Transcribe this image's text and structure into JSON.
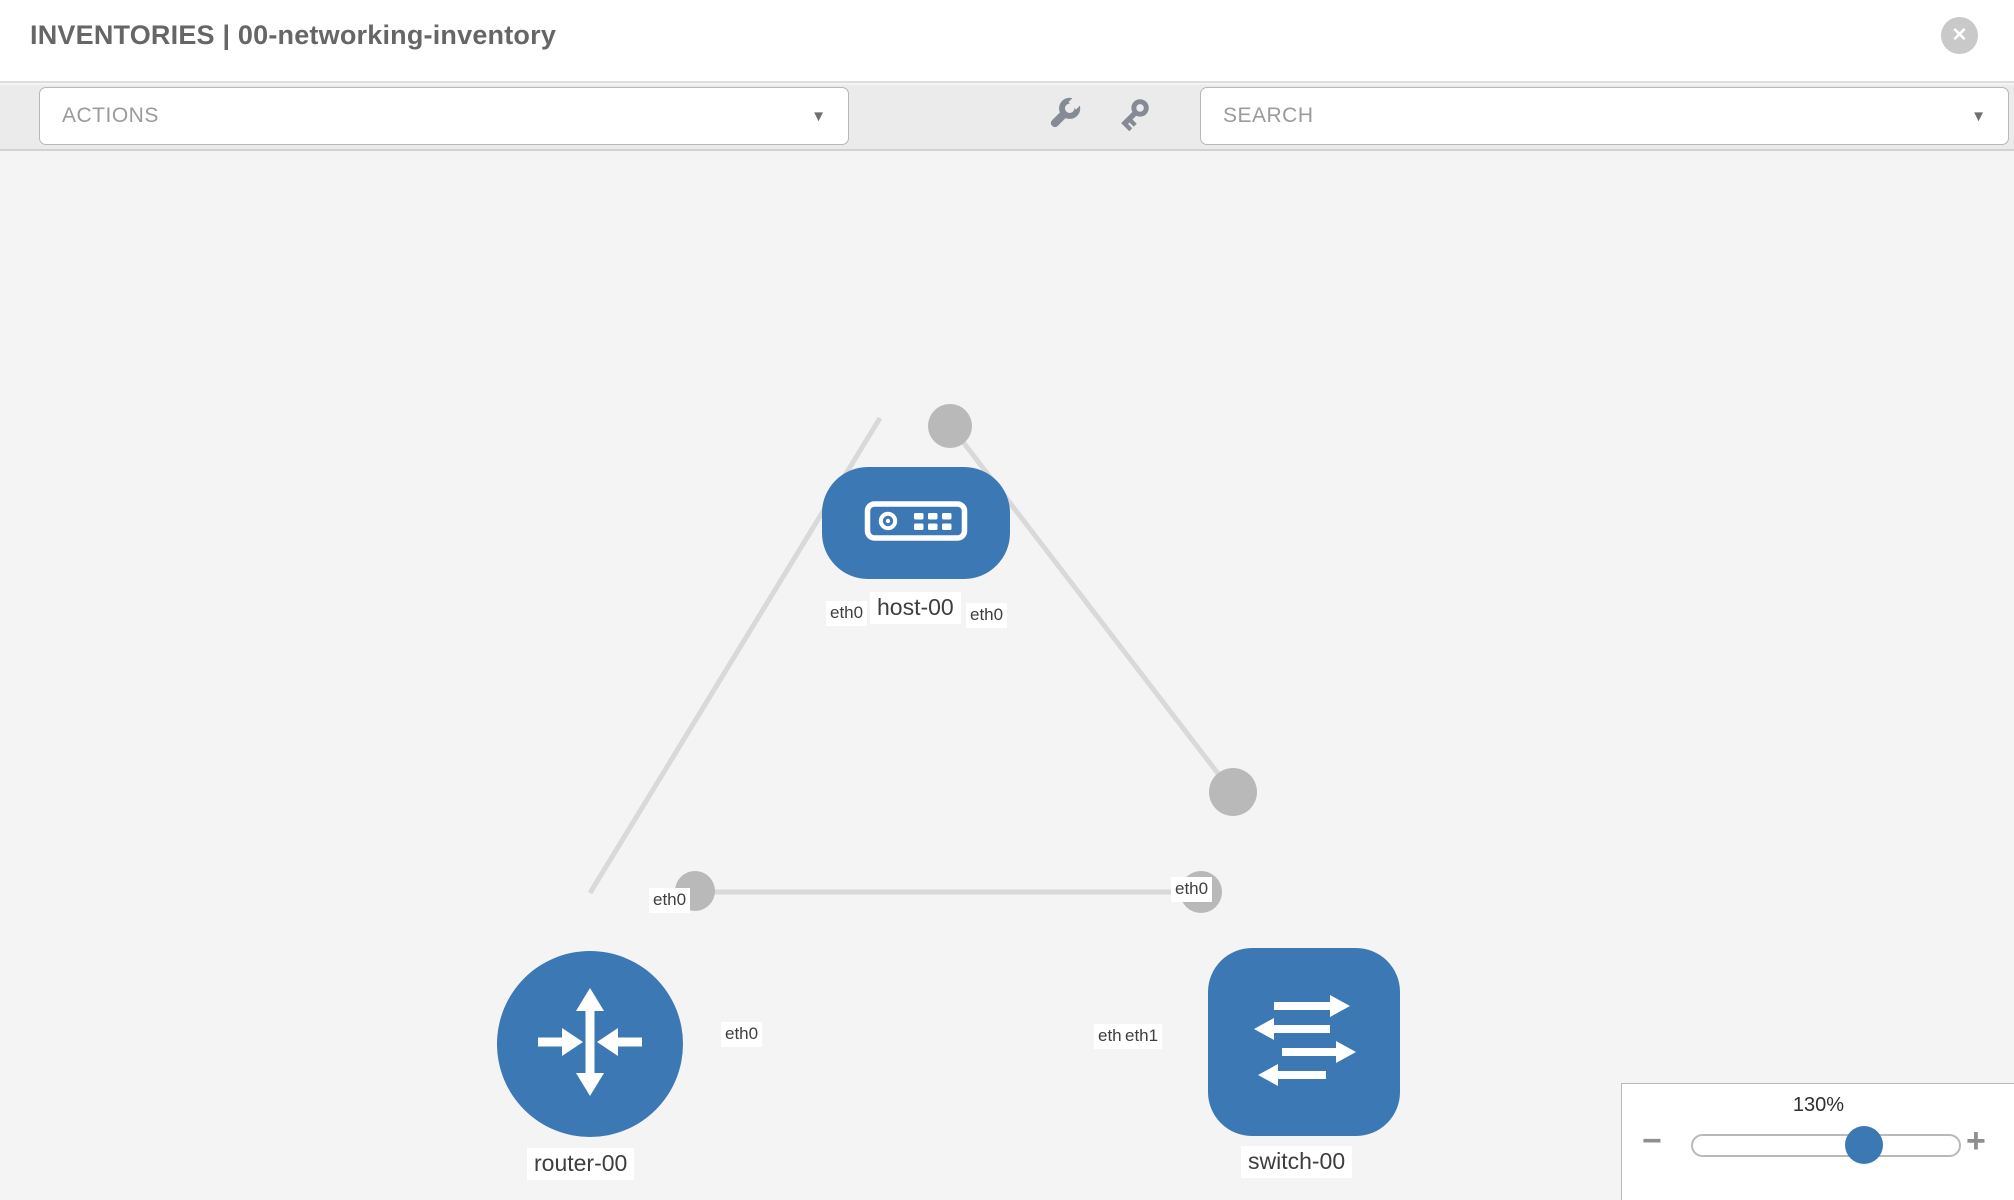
{
  "header": {
    "title": "INVENTORIES | 00-networking-inventory"
  },
  "toolbar": {
    "actions_placeholder": "ACTIONS",
    "search_placeholder": "SEARCH"
  },
  "topology": {
    "nodes": [
      {
        "id": "host-00",
        "label": "host-00",
        "type": "host"
      },
      {
        "id": "router-00",
        "label": "router-00",
        "type": "router"
      },
      {
        "id": "switch-00",
        "label": "switch-00",
        "type": "switch"
      }
    ],
    "links": [
      {
        "from": "host-00",
        "to": "router-00",
        "from_interface": "eth0",
        "to_interface": "eth0"
      },
      {
        "from": "host-00",
        "to": "switch-00",
        "from_interface": "eth0",
        "to_interface": "eth0"
      },
      {
        "from": "router-00",
        "to": "switch-00",
        "from_interface": "eth0",
        "to_interface": "eth1"
      }
    ],
    "interface_labels": {
      "host_router_host_side": "eth0",
      "host_router_router_side": "eth0",
      "host_switch_host_side": "eth0",
      "host_switch_switch_side": "eth0",
      "router_switch_router_side": "eth0",
      "router_switch_switch_side_under": "eth0",
      "router_switch_switch_side": "eth1"
    }
  },
  "zoom_control": {
    "level": "130%"
  },
  "icons": {
    "chevron_down": "▼",
    "close": "✕",
    "minus": "−",
    "plus": "+"
  },
  "colors": {
    "node_blue": "#3b78b4",
    "link_gray": "#d9d9d9",
    "interface_dot_gray": "#b9b9b9",
    "canvas_bg": "#f4f4f4",
    "toolbar_bg": "#ebebeb",
    "title_gray": "#666666"
  }
}
